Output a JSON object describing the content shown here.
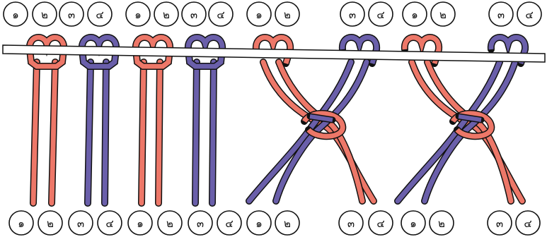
{
  "colors": {
    "salmon": "#ED7768",
    "purple": "#6A5FAA",
    "outline": "#111111",
    "rod": "#FFFFFF"
  },
  "top_labels": [
    "๑",
    "๒",
    "๓",
    "๔",
    "๑",
    "๒",
    "๓",
    "๔",
    "๑",
    "๒",
    "๓",
    "๔",
    "๑",
    "๒",
    "๓",
    "๔"
  ],
  "bottom_labels": [
    "๑",
    "๒",
    "๓",
    "๔",
    "๑",
    "๒",
    "๓",
    "๔",
    "๑",
    "๒",
    "๓",
    "๔",
    "๑",
    "๒",
    "๓",
    "๔"
  ]
}
